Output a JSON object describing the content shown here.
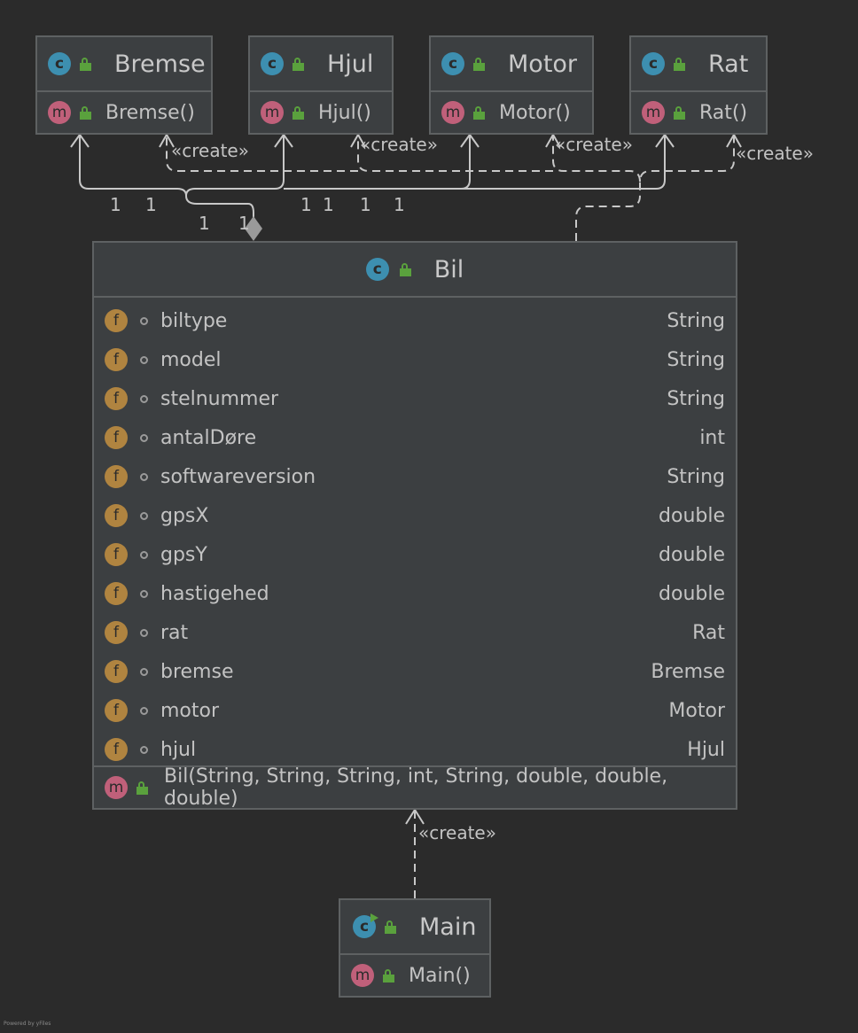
{
  "classes": {
    "bremse": {
      "name": "Bremse",
      "constructor": "Bremse()"
    },
    "hjul": {
      "name": "Hjul",
      "constructor": "Hjul()"
    },
    "motor": {
      "name": "Motor",
      "constructor": "Motor()"
    },
    "rat": {
      "name": "Rat",
      "constructor": "Rat()"
    },
    "bil": {
      "name": "Bil",
      "fields": [
        {
          "name": "biltype",
          "type": "String"
        },
        {
          "name": "model",
          "type": "String"
        },
        {
          "name": "stelnummer",
          "type": "String"
        },
        {
          "name": "antalDøre",
          "type": "int"
        },
        {
          "name": "softwareversion",
          "type": "String"
        },
        {
          "name": "gpsX",
          "type": "double"
        },
        {
          "name": "gpsY",
          "type": "double"
        },
        {
          "name": "hastigehed",
          "type": "double"
        },
        {
          "name": "rat",
          "type": "Rat"
        },
        {
          "name": "bremse",
          "type": "Bremse"
        },
        {
          "name": "motor",
          "type": "Motor"
        },
        {
          "name": "hjul",
          "type": "Hjul"
        }
      ],
      "constructor": "Bil(String, String, String, int, String, double, double, double)"
    },
    "main": {
      "name": "Main",
      "constructor": "Main()"
    }
  },
  "icons": {
    "class": "c",
    "method": "m",
    "field": "f"
  },
  "relations": {
    "create_label": "«create»",
    "multiplicities": [
      "1",
      "1",
      "1",
      "1",
      "1",
      "1",
      "1",
      "1"
    ]
  },
  "footer": "Powered by yFiles",
  "colors": {
    "background": "#2b2b2b",
    "box": "#3c3f41",
    "border": "#5e6162",
    "class_icon": "#3d8fb0",
    "method_icon": "#c0607a",
    "field_icon": "#b08440",
    "lock": "#5aa13d"
  }
}
